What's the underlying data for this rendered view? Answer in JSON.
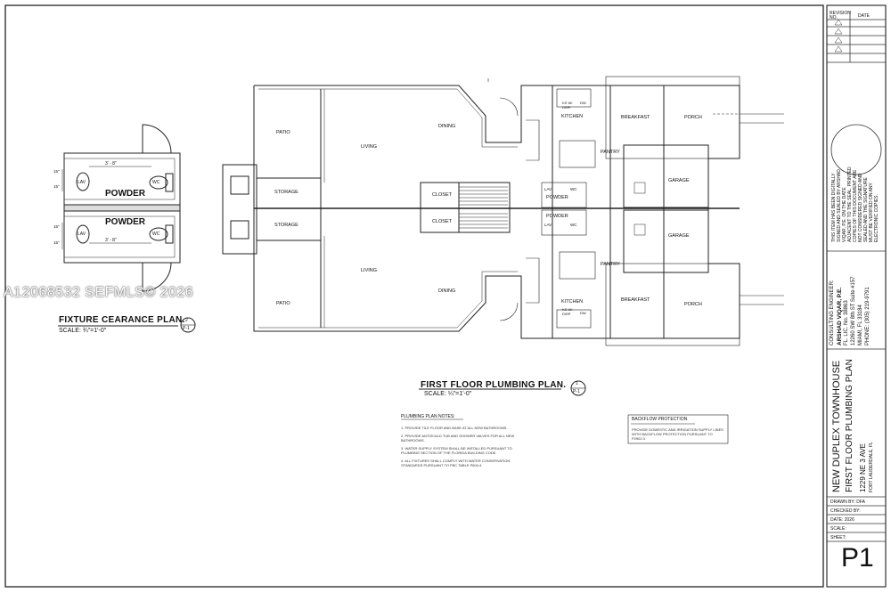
{
  "watermark": "A12068532  SEFMLS© 2026",
  "fixture_plan": {
    "title": "FIXTURE CEARANCE PLAN.",
    "scale": "SCALE: ¾\"=1'-0\"",
    "callout_num": "2",
    "callout_sheet": "P-1",
    "rooms": [
      "POWDER",
      "POWDER"
    ],
    "fixtures": [
      "LAV",
      "WC",
      "LAV",
      "WC"
    ],
    "dims": [
      "3' - 8\"",
      "3' - 8\"",
      "15\"",
      "15\"",
      "15\"",
      "15\""
    ]
  },
  "main_plan": {
    "title": "FIRST FLOOR PLUMBING PLAN.",
    "scale": "SCALE: ¼\"=1'-0\"",
    "callout_num": "1",
    "callout_sheet": "P-1",
    "rooms": {
      "patio": "PATIO",
      "living": "LIVING",
      "dining": "DINING",
      "storage": "STORAGE",
      "closet": "CLOSET",
      "kitchen": "KITCHEN",
      "breakfast": "BREAKFAST",
      "porch": "PORCH",
      "pantry": "PANTRY",
      "garage": "GARAGE",
      "powder": "POWDER",
      "wc": "WC",
      "lav": "LAV",
      "ks": "KS W/",
      "disp": "DISP.",
      "dw": "DW"
    }
  },
  "notes": {
    "title": "PLUMBING PLAN NOTES:",
    "items": [
      "1. PROVIDE TILE FLOOR AND BASE AT ALL NEW BATHROOMS.",
      "2. PROVIDE ANTISCALD TUB AND SHOWER VALVES FOR ALL NEW BATHROOMS.",
      "3. WATER SUPPLY SYSTEM SHALL BE INSTALLED PURSUANT TO PLUMBING SECTION OF THE FLORIDA BUILDING CODE.",
      "4. ALL FIXTURES SHALL COMPLY WITH WATER CONSERVATION STANDARDS PURSUANT TO FBC TABLE P604.4."
    ]
  },
  "backflow": {
    "title": "BACKFLOW PROTECTION",
    "text": "PROVIDE DOMESTIC AND IRRIGATION SUPPLY LINES WITH BACKFLOW PROTECTION PURSUANT TO P2902.3"
  },
  "title_block": {
    "revision_header": "REVISION NO.",
    "date_header": "DATE",
    "seal_note": "THIS ITEM HAS BEEN DIGITALLY SIGNED AND SEALED BY ARSHAD VIQAR, P.E. ON THE DATE ADJACENT TO THE SEAL. PRINTED COPIES OF THIS DOCUMENT ARE NOT CONSIDERED SIGNED AND SEALED AND THE SIGNATURE MUST BE VERIFIED ON ANY ELECTRONIC COPIES.",
    "engineer_label": "CONSULTING ENGINEER:",
    "engineer_name": "ARSHAD VIQAR, P.E.",
    "engineer_lines": [
      "FL. LIC. No. 38863",
      "12260 SW 8th ST Suite #157",
      "MIAMI, FL 33184",
      "PHONE: (305) 219-9791"
    ],
    "project_title": "NEW DUPLEX TOWNHOUSE",
    "sheet_title": "FIRST FLOOR PLUMBING PLAN",
    "address": "1229 NE 3 AVE",
    "city": "FORT LAUDERDALE, FL",
    "drawn_by": "DRAWN BY: DFA",
    "checked_by": "CHECKED BY:",
    "date": "DATE: 2026",
    "scale": "SCALE:",
    "sheet": "SHEET:",
    "sheet_number": "P1"
  },
  "colors": {
    "line": "#222222",
    "paper": "#ffffff",
    "hatch": "#777777"
  }
}
